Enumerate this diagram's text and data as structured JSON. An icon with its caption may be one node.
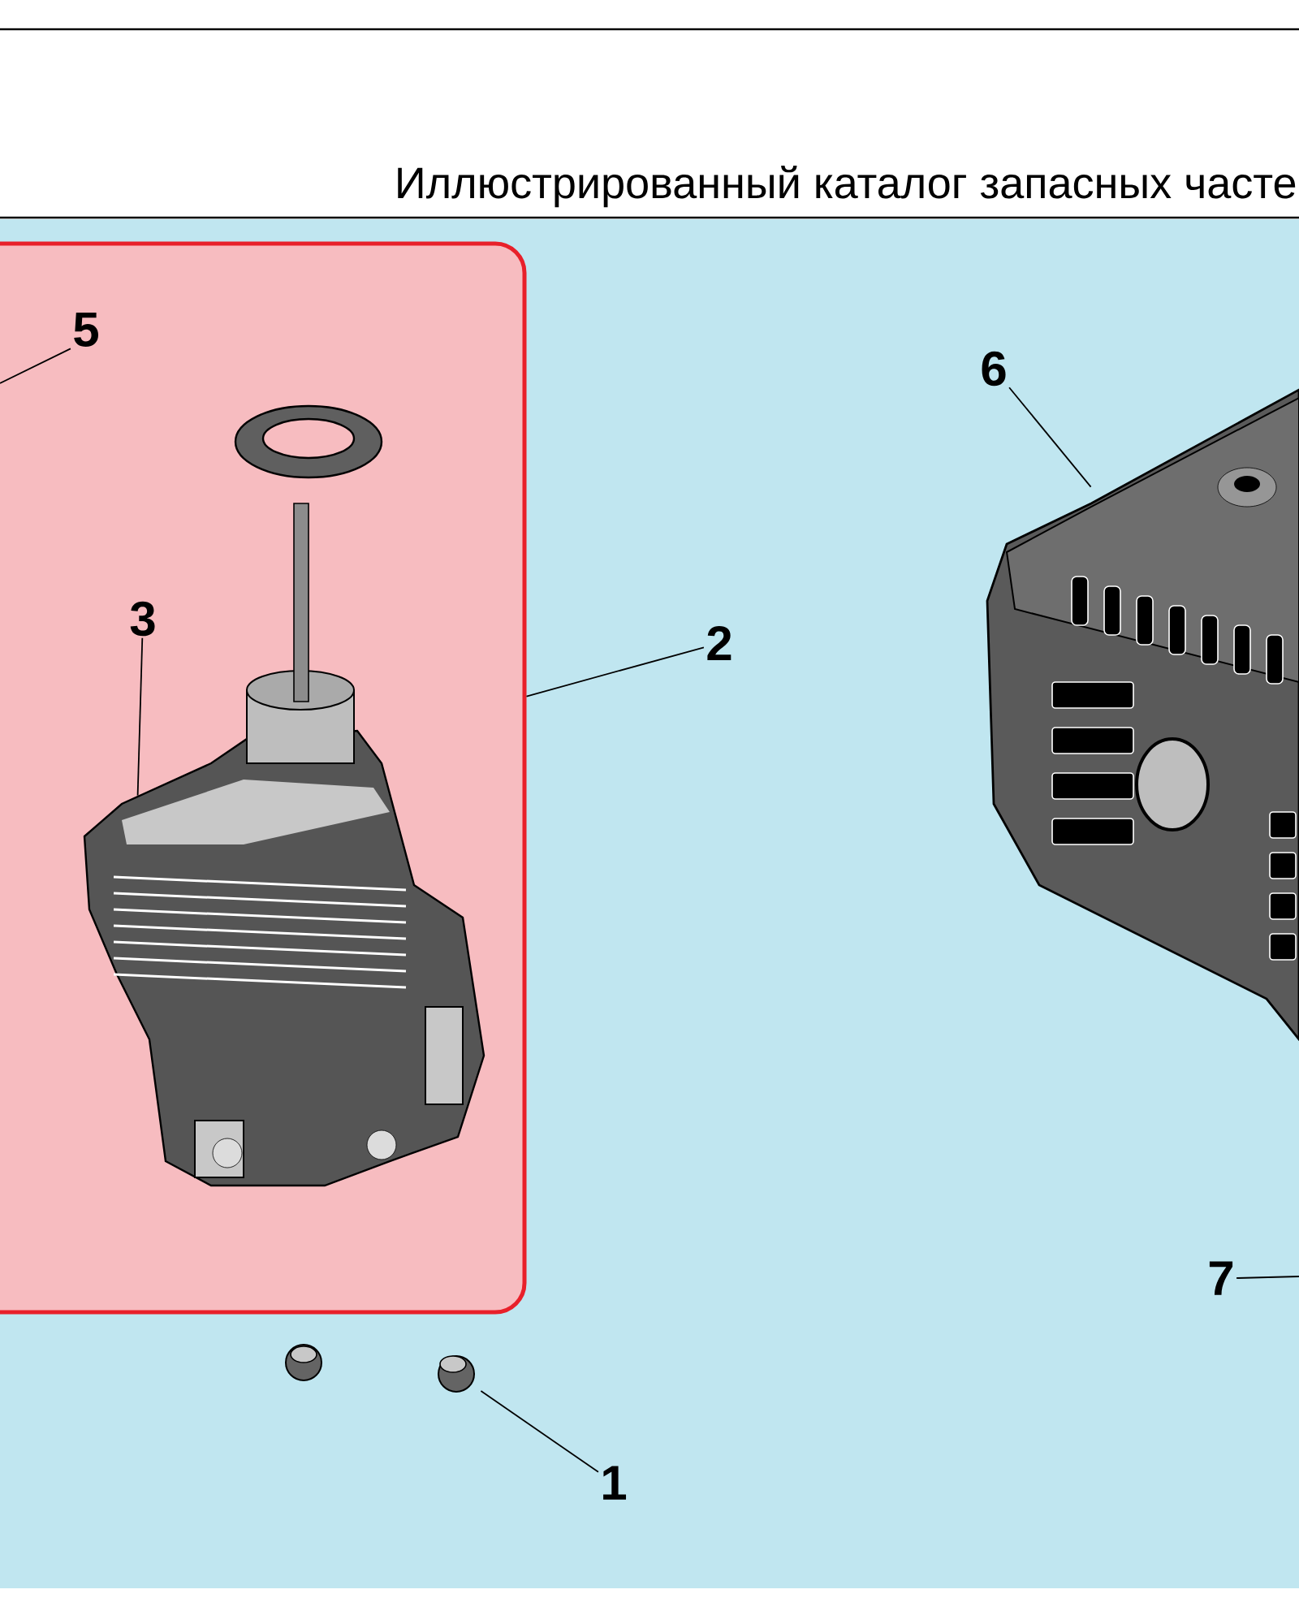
{
  "diagram": {
    "title": "Иллюстрированный каталог запасных часте",
    "nodes": [
      {
        "text": [
          "5"
        ],
        "in": 6
      },
      {
        "text": [
          "3"
        ],
        "in": 6
      },
      {
        "text": [
          "2"
        ]
      },
      {
        "text": [
          "6"
        ]
      },
      {
        "text": [
          "7"
        ]
      },
      {
        "text": [
          "1"
        ]
      },
      {
        "text": [],
        "shape": "box"
      },
      {
        "text": [],
        "shape": "picture",
        "in": 6
      },
      {
        "text": [],
        "shape": "picture"
      },
      {
        "text": [],
        "shape": "picture"
      }
    ],
    "edges": [
      {
        "from": 0,
        "to": null,
        "arrow": "none"
      },
      {
        "from": 1,
        "to": 7,
        "arrow": "none"
      },
      {
        "from": 2,
        "to": 6,
        "arrow": "none"
      },
      {
        "from": 3,
        "to": 8,
        "arrow": "none"
      },
      {
        "from": 4,
        "to": null,
        "arrow": "none"
      },
      {
        "from": 5,
        "to": 9,
        "arrow": "none"
      }
    ]
  }
}
